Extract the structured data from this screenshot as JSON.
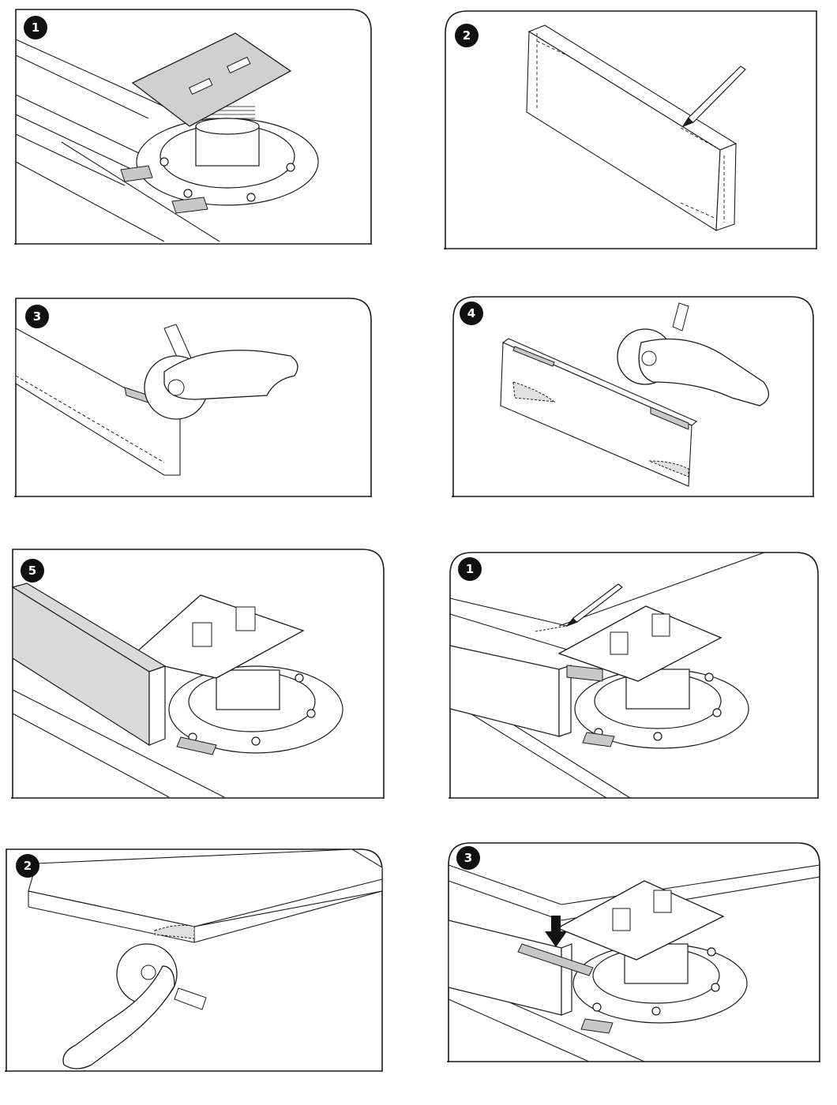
{
  "colors": {
    "ink": "#1a1a1a",
    "panel_fill": "#ffffff",
    "wood_fill": "#d9d9d9",
    "badge": "#111111"
  },
  "panels": [
    {
      "step": "1",
      "scene": "pedestal-with-plate-under-beams"
    },
    {
      "step": "2",
      "scene": "mark-board-with-pencil"
    },
    {
      "step": "3",
      "scene": "cut-slot-with-saw"
    },
    {
      "step": "4",
      "scene": "board-with-slots-and-saw"
    },
    {
      "step": "5",
      "scene": "board-on-pedestal-plate"
    },
    {
      "step": "1",
      "scene": "mark-board-on-pedestal"
    },
    {
      "step": "2",
      "scene": "cut-underside-slot"
    },
    {
      "step": "3",
      "scene": "lower-board-onto-tab"
    }
  ]
}
